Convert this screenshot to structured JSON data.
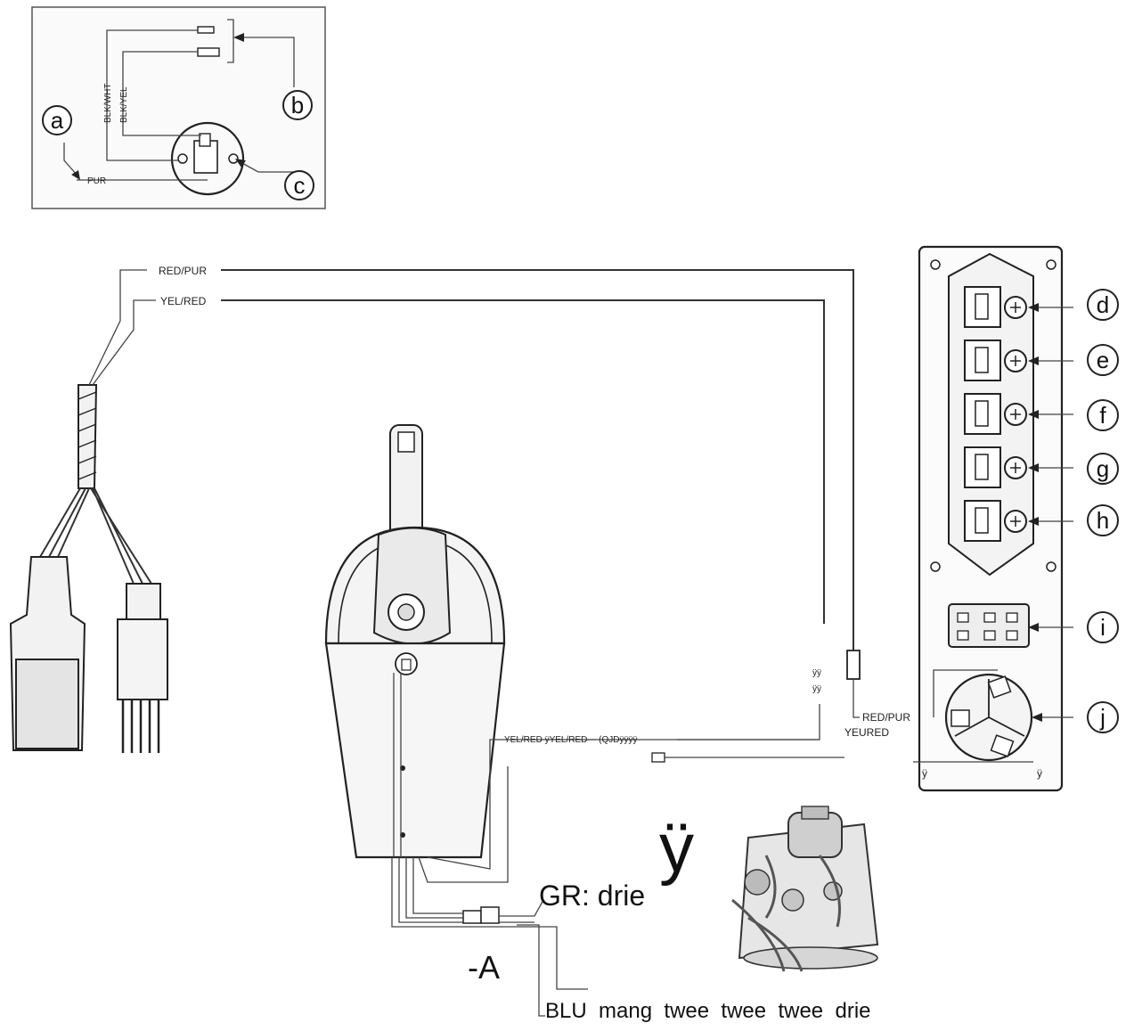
{
  "inset": {
    "callouts": {
      "a": "a",
      "b": "b",
      "c": "c"
    },
    "wires": {
      "blk_wht": "BLK/WHT",
      "blk_yel": "BLK/YEL",
      "pur": "PUR"
    }
  },
  "panel": {
    "callouts": {
      "d": "d",
      "e": "e",
      "f": "f",
      "g": "g",
      "h": "h",
      "i": "i",
      "j": "j"
    },
    "labels": {
      "red_pur": "RED/PUR",
      "yeured": "YEURED",
      "y_left": "ÿ",
      "y_right": "ÿ"
    }
  },
  "harness": {
    "wires": {
      "red_pur": "RED/PUR",
      "yel_red": "YEL/RED"
    },
    "mid_label": "YEL/RED ÿYEL/RED--- (QJDÿÿÿÿ",
    "tiny_1": "ÿÿ",
    "tiny_2": "ÿÿ"
  },
  "overlay": {
    "y_big": "ÿ",
    "gr_drie": "GR: drie",
    "dash_a": "-A",
    "blu_line": "BLU  mang  twee  twee  twee  drie"
  }
}
